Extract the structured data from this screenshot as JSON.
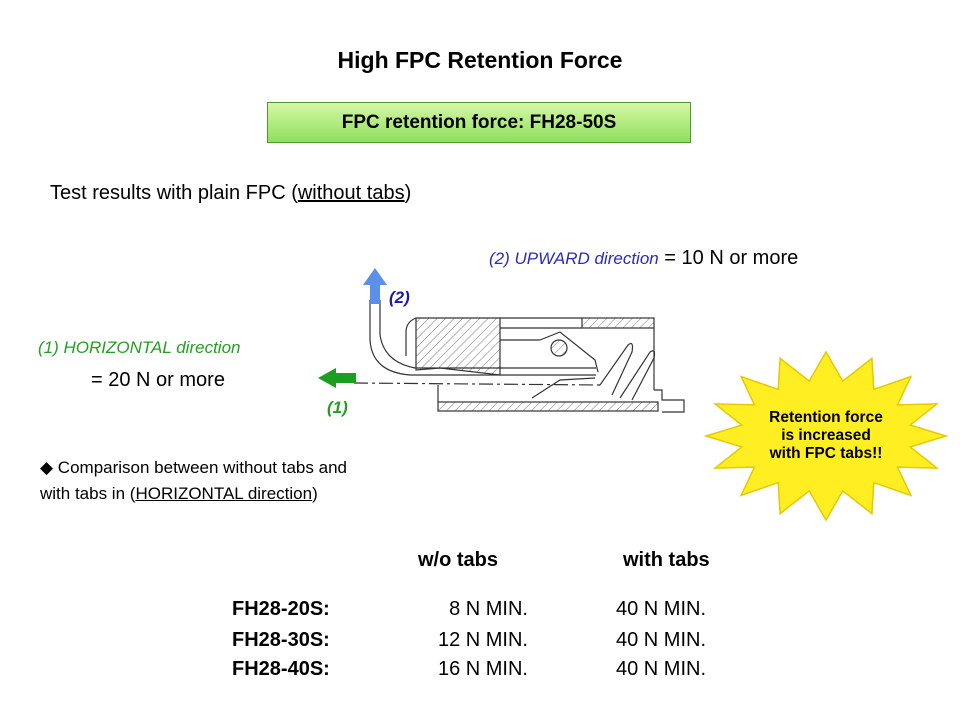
{
  "title": "High FPC Retention Force",
  "subtitle": "FPC retention force: FH28-50S",
  "intro": {
    "prefix": "Test results with plain FPC (",
    "underlined": "without tabs",
    "suffix": ")"
  },
  "upward": {
    "label": "(2) UPWARD direction",
    "value": " = 10 N or more"
  },
  "horizontal": {
    "label": "(1) HORIZONTAL direction",
    "value": "= 20 N or more"
  },
  "diagram": {
    "arrow1_label": "(1)",
    "arrow2_label": "(2)",
    "colors": {
      "arrow1": "#1e9e1e",
      "arrow2": "#5b8fe8"
    }
  },
  "comparison": {
    "bullet": "◆",
    "line1": " Comparison between without tabs and",
    "line2_prefix": "with tabs in (",
    "line2_underlined": "HORIZONTAL  direction",
    "line2_suffix": ")"
  },
  "callout": {
    "line1": "Retention force",
    "line2": "is increased",
    "line3": "with FPC tabs!!",
    "color": "#ffee22"
  },
  "table": {
    "headers": [
      "w/o tabs",
      "with tabs"
    ],
    "rows": [
      {
        "model": "FH28-20S:",
        "without": "8 N MIN.",
        "with": "40 N MIN."
      },
      {
        "model": "FH28-30S:",
        "without": "12 N MIN.",
        "with": "40 N MIN."
      },
      {
        "model": "FH28-40S:",
        "without": "16 N MIN.",
        "with": "40 N MIN."
      }
    ]
  }
}
